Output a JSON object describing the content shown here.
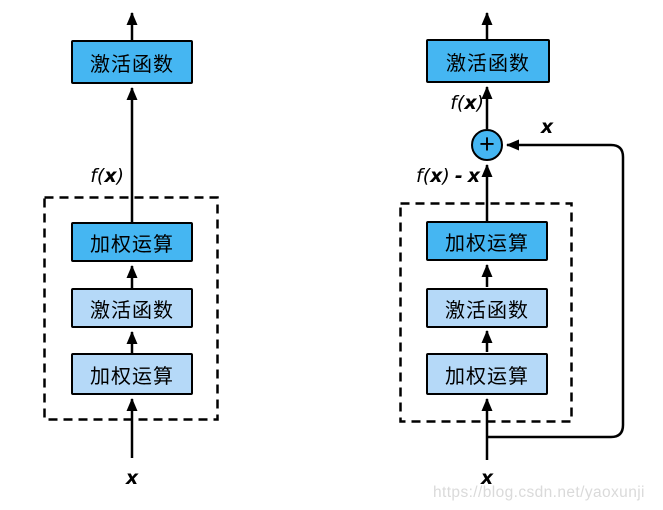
{
  "colors": {
    "background": "#ffffff",
    "box_fill_bright": "#45b6f2",
    "box_fill_light": "#b5d9f8",
    "line_stroke": "#000000",
    "watermark_text": "#dadada"
  },
  "math": {
    "f_open": "f(",
    "x": "x",
    "close": ")",
    "minus": "-",
    "plus": "+"
  },
  "left_diagram": {
    "output_box_label": "激活函数",
    "inner_boxes": [
      "加权运算",
      "激活函数",
      "加权运算"
    ]
  },
  "right_diagram": {
    "output_box_label": "激活函数",
    "inner_boxes": [
      "加权运算",
      "激活函数",
      "加权运算"
    ]
  },
  "watermark": "https://blog.csdn.net/yaoxunji"
}
